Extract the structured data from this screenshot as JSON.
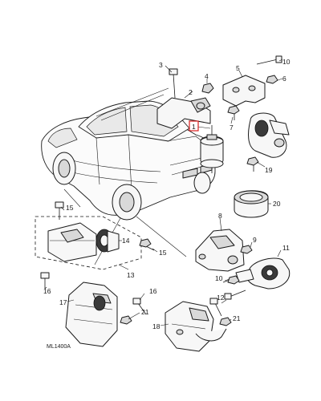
{
  "figure_ref": "ML1400A",
  "callouts": {
    "c1": "1",
    "c2": "2",
    "c3": "3",
    "c4": "4",
    "c5": "5",
    "c6": "6",
    "c7": "7",
    "c8": "8",
    "c9": "9",
    "c10a": "10",
    "c10b": "10",
    "c11": "11",
    "c12": "12",
    "c13": "13",
    "c14": "14",
    "c15a": "15",
    "c15b": "15",
    "c16a": "16",
    "c16b": "16",
    "c17": "17",
    "c18": "18",
    "c19": "19",
    "c20": "20",
    "c21a": "21",
    "c21b": "21"
  },
  "colors": {
    "highlight": "#d81e1e",
    "ink": "#1a1a1a",
    "rubber": "#3a3a3a"
  },
  "icons": [
    "car-outline-icon",
    "bolt-icon",
    "engine-mount-icon",
    "bracket-icon"
  ]
}
